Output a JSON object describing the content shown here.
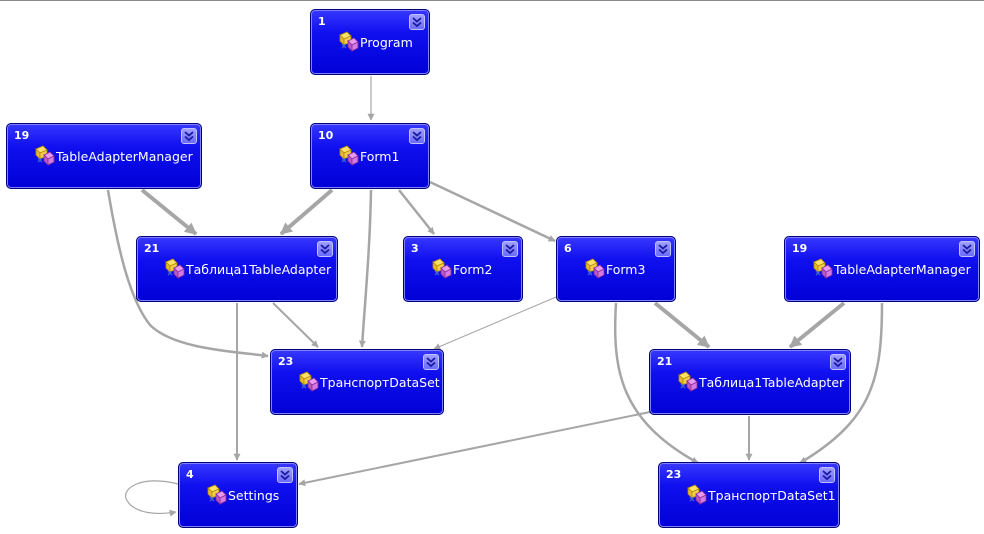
{
  "nodes": [
    {
      "id": "program",
      "name": "program-node",
      "count": "1",
      "label": "Program"
    },
    {
      "id": "form1",
      "name": "form1-node",
      "count": "10",
      "label": "Form1"
    },
    {
      "id": "tam1",
      "name": "table-adapter-manager-node-1",
      "count": "19",
      "label": "TableAdapterManager"
    },
    {
      "id": "ta1",
      "name": "table1-table-adapter-node-1",
      "count": "21",
      "label": "Таблица1TableAdapter"
    },
    {
      "id": "form2",
      "name": "form2-node",
      "count": "3",
      "label": "Form2"
    },
    {
      "id": "form3",
      "name": "form3-node",
      "count": "6",
      "label": "Form3"
    },
    {
      "id": "tam2",
      "name": "table-adapter-manager-node-2",
      "count": "19",
      "label": "TableAdapterManager"
    },
    {
      "id": "ds1",
      "name": "transport-dataset-node",
      "count": "23",
      "label": "ТранспортDataSet"
    },
    {
      "id": "ta2",
      "name": "table1-table-adapter-node-2",
      "count": "21",
      "label": "Таблица1TableAdapter"
    },
    {
      "id": "settings",
      "name": "settings-node",
      "count": "4",
      "label": "Settings"
    },
    {
      "id": "ds2",
      "name": "transport-dataset1-node",
      "count": "23",
      "label": "ТранспортDataSet1"
    }
  ],
  "icons": {
    "node": "class-icon",
    "expand": "double-chevron-down-icon"
  },
  "colors": {
    "node": "#0000e0",
    "edge": "#a6a6a6"
  }
}
